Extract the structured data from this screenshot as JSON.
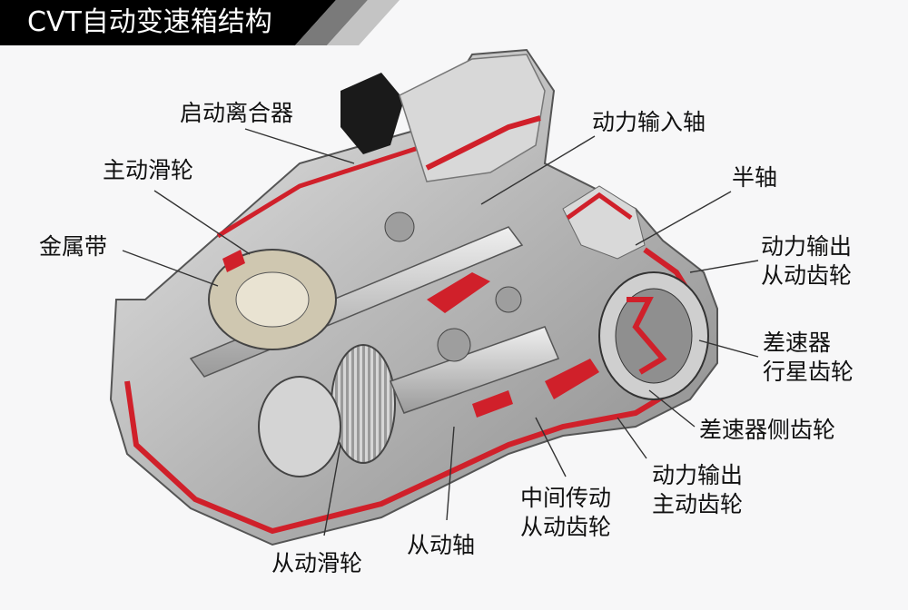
{
  "title": "CVT自动变速箱结构",
  "colors": {
    "title_bg": "#000000",
    "stripe_dark": "#7a7a7a",
    "stripe_light": "#c4c4c4",
    "section_red": "#d0202a",
    "metal": "#bdbdbd",
    "background": "#f7f7f8"
  },
  "labels": {
    "starting_clutch": "启动离合器",
    "driving_pulley": "主动滑轮",
    "metal_belt": "金属带",
    "power_input_shaft": "动力输入轴",
    "half_shaft": "半轴",
    "output_driven_gear": {
      "line1": "动力输出",
      "line2": "从动齿轮"
    },
    "diff_planet_gear": {
      "line1": "差速器",
      "line2": "行星齿轮"
    },
    "diff_side_gear": "差速器侧齿轮",
    "output_drive_gear": {
      "line1": "动力输出",
      "line2": "主动齿轮"
    },
    "intermediate_driven_gear": {
      "line1": "中间传动",
      "line2": "从动齿轮"
    },
    "driven_shaft": "从动轴",
    "driven_pulley": "从动滑轮"
  }
}
